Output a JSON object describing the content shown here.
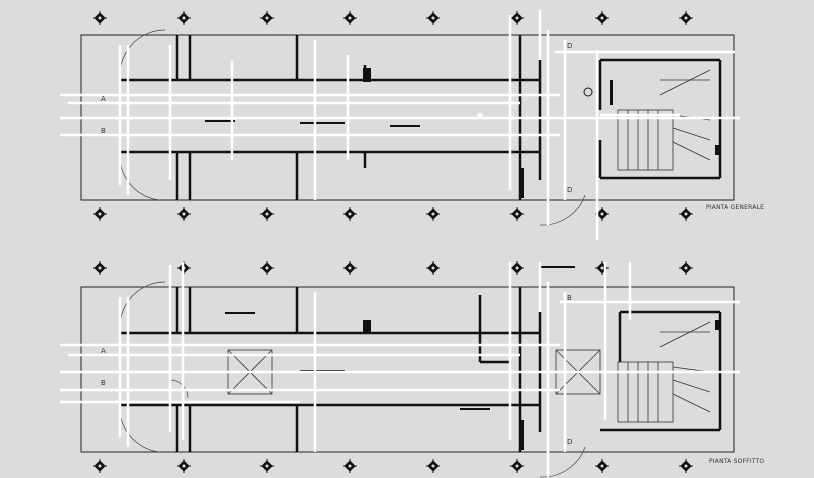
{
  "plans": [
    {
      "id": "plan-top",
      "title": "PIANTA GENERALE",
      "markers": {
        "left_a": "A",
        "left_b": "B",
        "right_top": "D",
        "right_bottom": "D"
      }
    },
    {
      "id": "plan-bottom",
      "title": "PIANTA SOFFITTO",
      "markers": {
        "left_a": "A",
        "left_b": "B",
        "right_top": "B",
        "right_bottom": "D"
      }
    }
  ],
  "colors": {
    "background": "#dcdcdc",
    "ink": "#1a1a1a",
    "overlay": "#ffffff"
  }
}
